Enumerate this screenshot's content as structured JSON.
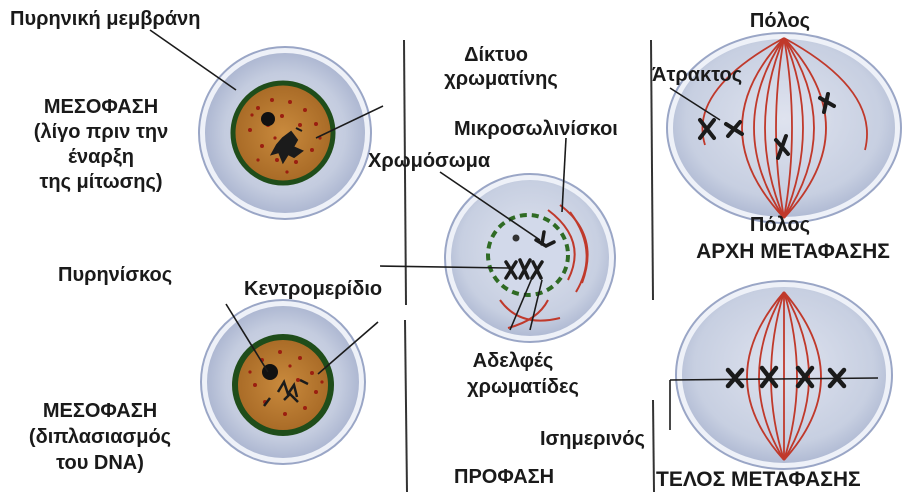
{
  "colors": {
    "cell_fill": "#c4ccdf",
    "cell_rim": "#eef1f8",
    "nucleus_fill": "#b7782f",
    "nucleus_ring": "#1f4d1a",
    "chromatin_dots": "#9b1e10",
    "spindle": "#c0392b",
    "chromosome": "#1b1b1b",
    "label_text": "#1a1a1a"
  },
  "labels": {
    "nuclear_membrane": "Πυρηνική μεμβράνη",
    "chromatin_network_1": "Δίκτυο",
    "chromatin_network_2": "χρωματίνης",
    "interphase_1_title": "ΜΕΣΟΦΑΣΗ",
    "interphase_1_sub1": "(λίγο πριν την",
    "interphase_1_sub2": "έναρξη",
    "interphase_1_sub3": "της μίτωσης)",
    "nucleolus": "Πυρηνίσκος",
    "interphase_2_title": "ΜΕΣΟΦΑΣΗ",
    "interphase_2_sub1": "(διπλασιασμός",
    "interphase_2_sub2": "του DNA)",
    "microtubules": "Μικροσωλινίσκοι",
    "chromosome": "Χρωμόσωμα",
    "centromere": "Κεντρομερίδιο",
    "sister_chromatids_1": "Αδελφές",
    "sister_chromatids_2": "χρωματίδες",
    "prophase": "ΠΡΟΦΑΣΗ",
    "pole_top": "Πόλος",
    "spindle": "Άτρακτος",
    "pole_bottom": "Πόλος",
    "early_metaphase": "ΑΡΧΗ ΜΕΤΑΦΑΣΗΣ",
    "equator": "Ισημερινός",
    "late_metaphase": "ΤΕΛΟΣ ΜΕΤΑΦΑΣΗΣ"
  }
}
